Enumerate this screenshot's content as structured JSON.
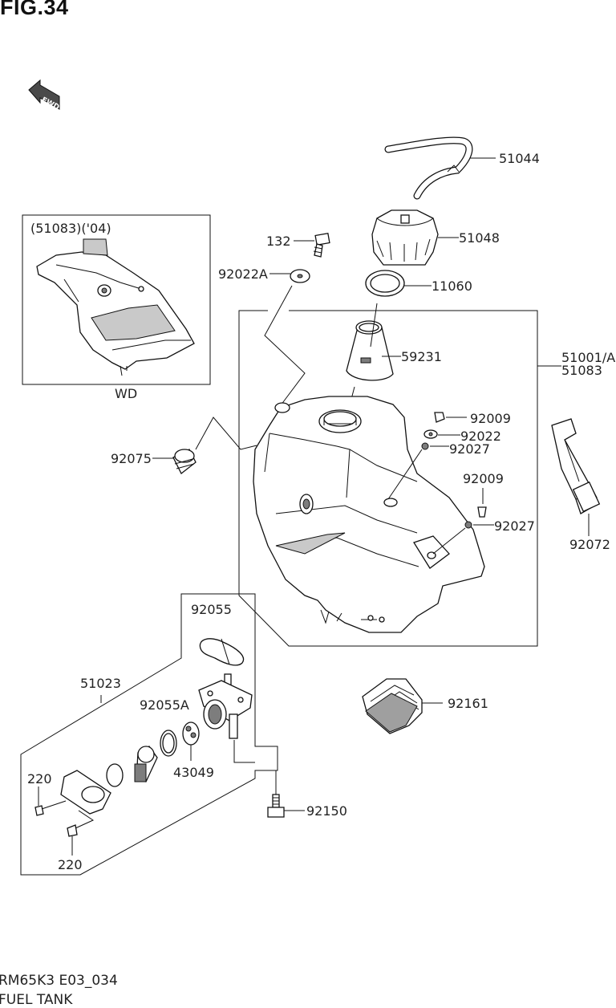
{
  "figure": {
    "title": "FIG.34"
  },
  "fwd_badge": {
    "text": "FWD"
  },
  "inset": {
    "header": "(51083)('04)",
    "caption": "WD"
  },
  "labels": {
    "p51044": "51044",
    "p51048": "51048",
    "p132": "132",
    "p92022A": "92022A",
    "p11060": "11060",
    "p59231": "59231",
    "p51001A": "51001/A",
    "p51083": "51083",
    "p92009a": "92009",
    "p92022": "92022",
    "p92027a": "92027",
    "p92075": "92075",
    "p92009b": "92009",
    "p92027b": "92027",
    "p92072": "92072",
    "p92055": "92055",
    "p51023": "51023",
    "p92055A": "92055A",
    "p92161": "92161",
    "p220a": "220",
    "p43049": "43049",
    "p92150": "92150",
    "p220b": "220"
  },
  "footer": {
    "code": "RM65K3 E03_034",
    "name": "FUEL TANK"
  },
  "colors": {
    "line": "#111111",
    "shade": "#c9c9c9",
    "dark": "#7d7d7d",
    "background": "#ffffff"
  }
}
